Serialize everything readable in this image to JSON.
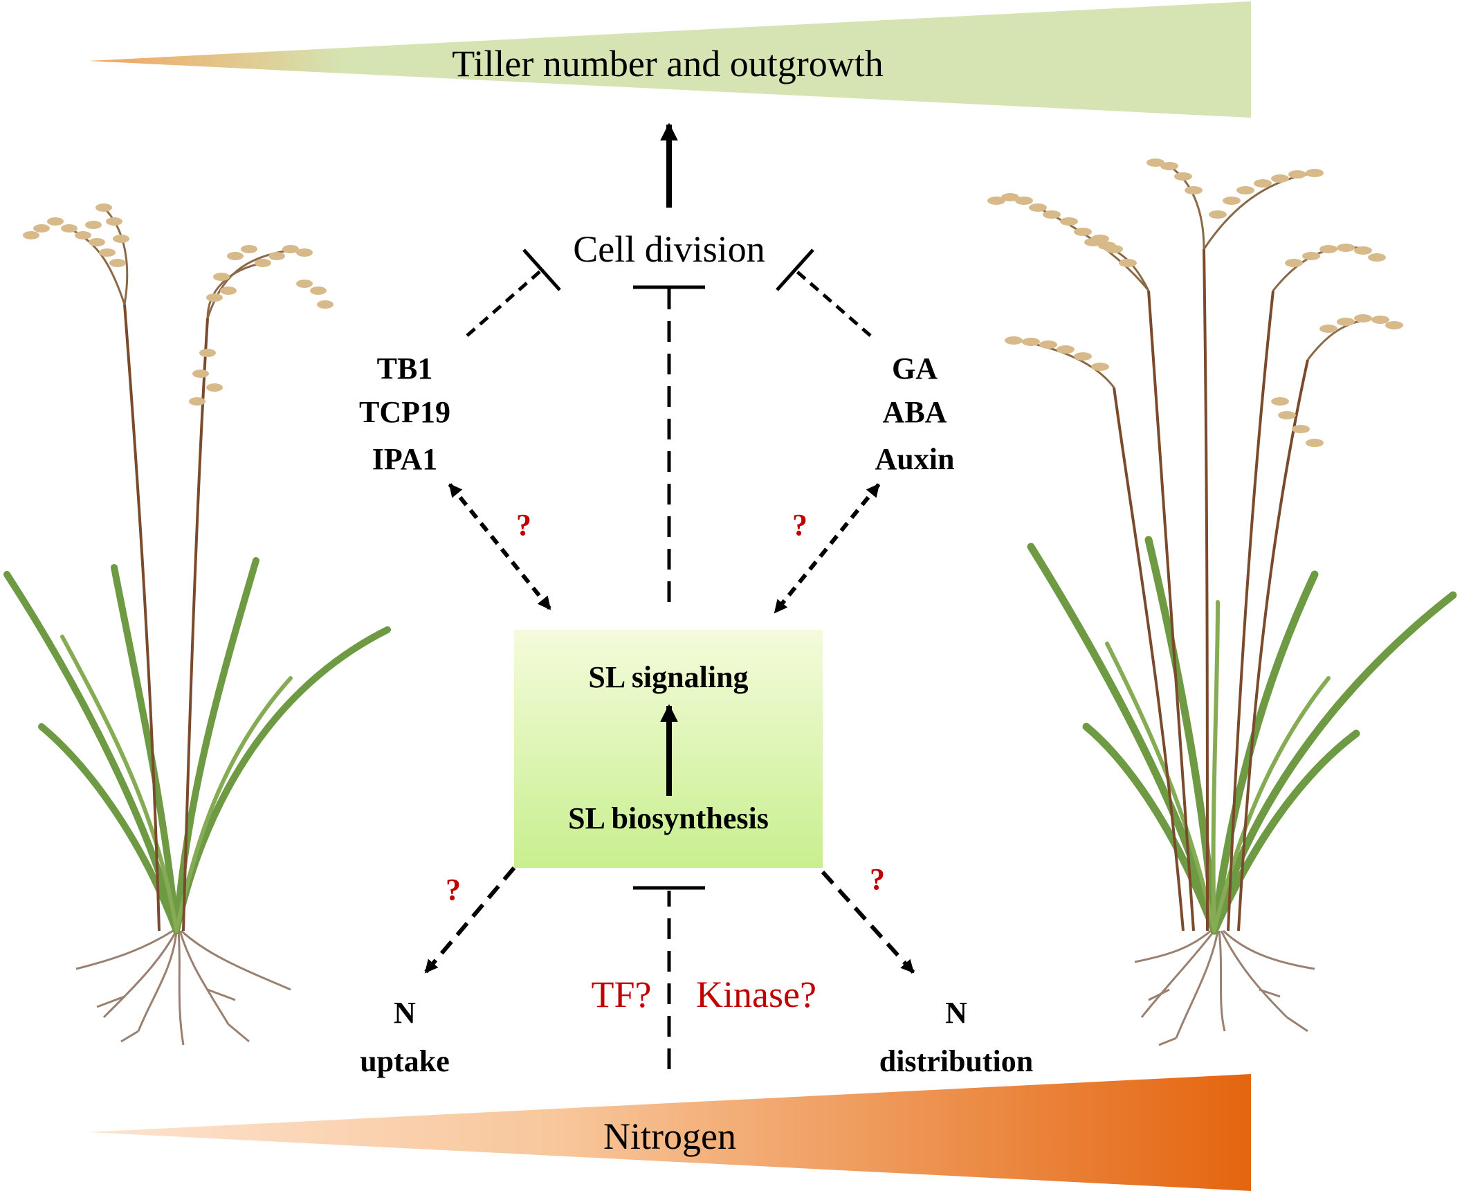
{
  "banners": {
    "top_label": "Tiller number and outgrowth",
    "bottom_label": "Nitrogen"
  },
  "nodes": {
    "cell_division": "Cell division",
    "left_factors": [
      "TB1",
      "TCP19",
      "IPA1"
    ],
    "right_factors": [
      "GA",
      "ABA",
      "Auxin"
    ],
    "sl_signaling": "SL signaling",
    "sl_biosynthesis": "SL biosynthesis",
    "n_uptake": [
      "N",
      "uptake"
    ],
    "n_distribution": [
      "N",
      "distribution"
    ],
    "tf_label": "TF?",
    "kinase_label": "Kinase?"
  },
  "question_marks": {
    "upper_left": "?",
    "upper_right": "?",
    "lower_left": "?",
    "lower_right": "?"
  },
  "colors": {
    "top_banner_start": "#f2a35e",
    "top_banner_end": "#d5e4b2",
    "bottom_banner_start": "#fde3cf",
    "bottom_banner_end": "#e4650f",
    "box_top": "#f4fbdc",
    "box_bottom": "#c8ef8e",
    "question_red": "#c00000",
    "leaf_green": "#6e9a43",
    "stem_brown": "#7a4a2c",
    "grain_tan": "#d8b98a",
    "root_brown": "#9a8070"
  }
}
